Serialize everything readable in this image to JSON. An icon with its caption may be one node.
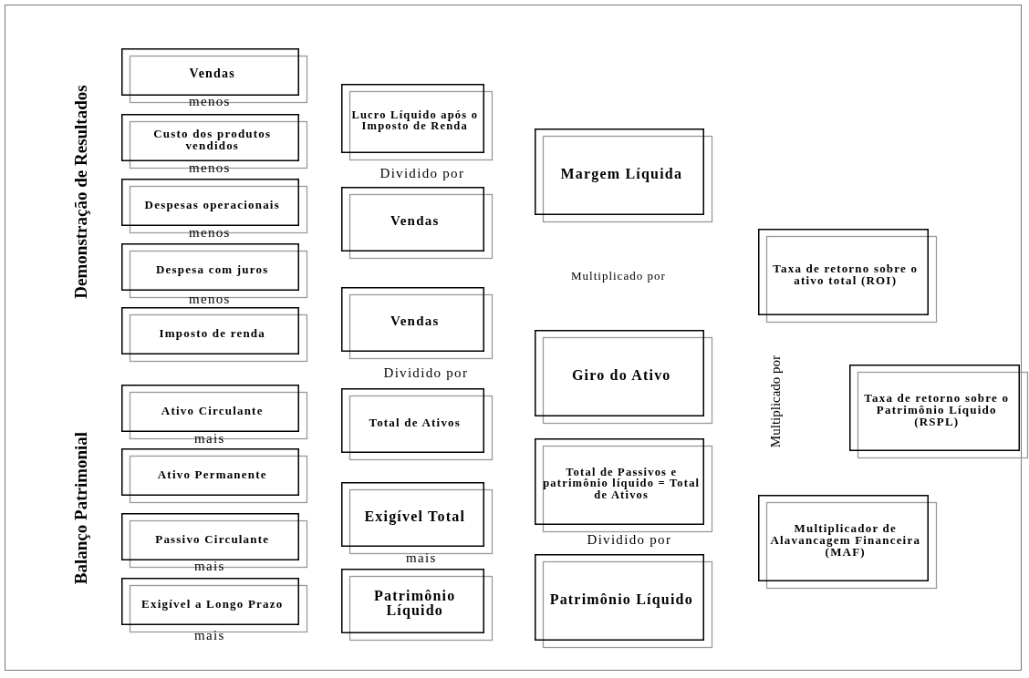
{
  "diagram": {
    "nodes": [
      {
        "text": [
          "Vendas"
        ]
      },
      {
        "text": [
          "Custo dos produtos vendidos"
        ]
      },
      {
        "text": [
          "Despesas operacionais"
        ]
      },
      {
        "text": [
          "Despesa com juros"
        ]
      },
      {
        "text": [
          "Imposto de renda"
        ]
      },
      {
        "text": [
          "Ativo Circulante"
        ]
      },
      {
        "text": [
          "Ativo Permanente"
        ]
      },
      {
        "text": [
          "Passivo Circulante"
        ]
      },
      {
        "text": [
          "Exigível a Longo Prazo"
        ]
      },
      {
        "text": [
          "Lucro Líquido após o Imposto de Renda"
        ]
      },
      {
        "text": [
          "Vendas"
        ]
      },
      {
        "text": [
          "Vendas"
        ]
      },
      {
        "text": [
          "Total de Ativos"
        ]
      },
      {
        "text": [
          "Exigível Total"
        ]
      },
      {
        "text": [
          "Patrimônio Líquido"
        ]
      },
      {
        "text": [
          "Margem Líquida"
        ]
      },
      {
        "text": [
          "Giro do Ativo"
        ]
      },
      {
        "text": [
          "Total de Passivos e patrimônio líquido = Total de Ativos"
        ]
      },
      {
        "text": [
          "Patrimônio Líquido"
        ]
      },
      {
        "text": [
          "Taxa de retorno sobre o ativo total (ROI)"
        ]
      },
      {
        "text": [
          "Taxa de retorno sobre o Patrimônio Líquido (RSPL)"
        ]
      },
      {
        "text": [
          "Multiplicador de Alavancagem Financeira (MAF)"
        ]
      }
    ],
    "edges": [],
    "labels": [
      "Demonstração de Resultados",
      "menos",
      "menos",
      "menos",
      "menos",
      "Balanço Patrimonial",
      "mais",
      "mais",
      "mais",
      "Dividido por",
      "Dividido por",
      "mais",
      "Multiplicado por",
      "Dividido por",
      "Multiplicado por"
    ]
  }
}
